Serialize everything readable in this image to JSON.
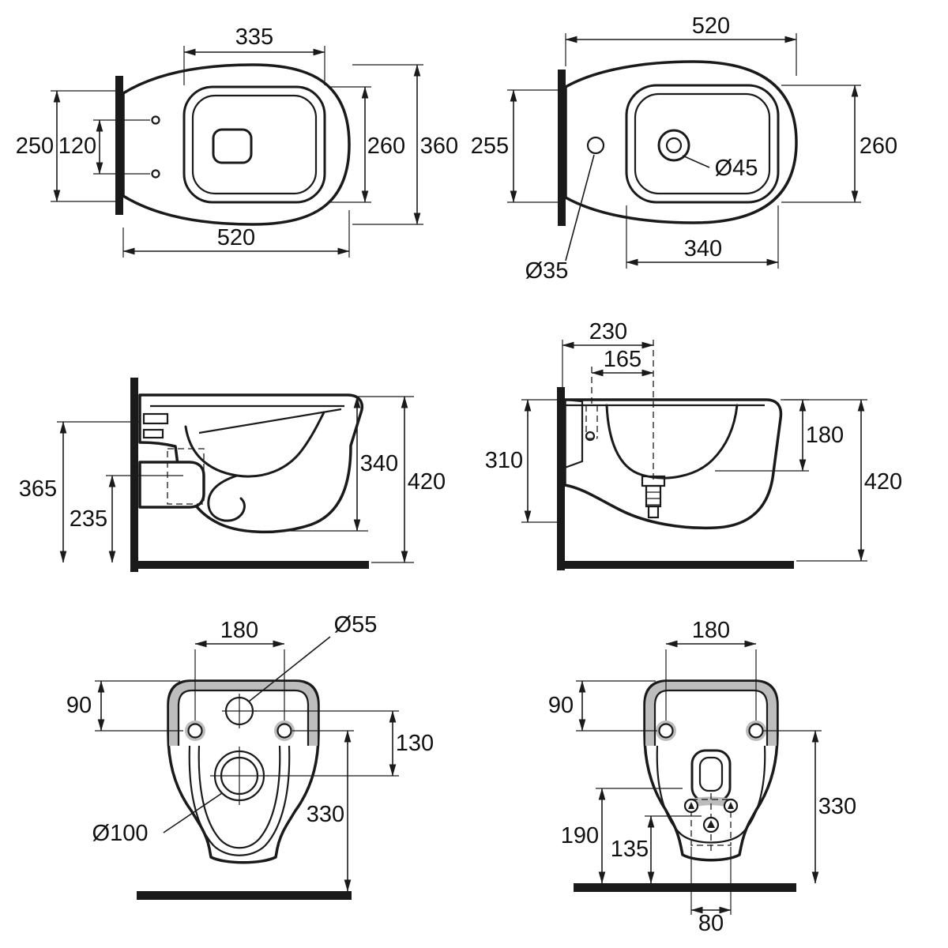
{
  "figure": {
    "type": "sanitary-ware technical drawing",
    "colors": {
      "line": "#1a1a1a",
      "fill": "#ffffff",
      "flange_gray": "#bdbdbd"
    }
  },
  "views": {
    "toilet_top": {
      "dims": {
        "inner_width": "335",
        "fixing_height": "250",
        "hole_spacing": "120",
        "inner_depth": "260",
        "overall_width": "360",
        "overall_depth": "520"
      }
    },
    "bidet_top": {
      "dims": {
        "overall_depth": "520",
        "fixing_height": "255",
        "inner_depth": "260",
        "tap_hole_dia": "Ø45",
        "deck_hole_dia": "Ø35",
        "inner_width": "340"
      }
    },
    "toilet_side": {
      "dims": {
        "upper_height": "365",
        "outlet_height": "235",
        "body_height": "340",
        "overall_height": "420"
      }
    },
    "bidet_side": {
      "dims": {
        "drain_setout": "230",
        "tap_setout": "165",
        "basin_depth": "180",
        "rear_height": "310",
        "overall_height": "420"
      }
    },
    "toilet_rear": {
      "dims": {
        "fixing_spacing": "180",
        "top_hole_dia": "Ø55",
        "fixing_drop": "90",
        "outlet_drop": "130",
        "fixing_height": "330",
        "outlet_dia": "Ø100"
      }
    },
    "bidet_rear": {
      "dims": {
        "fixing_spacing": "180",
        "fixing_drop": "90",
        "fixing_height": "330",
        "drain_height": "190",
        "trap_height": "135",
        "drain_spacing": "80"
      }
    }
  }
}
